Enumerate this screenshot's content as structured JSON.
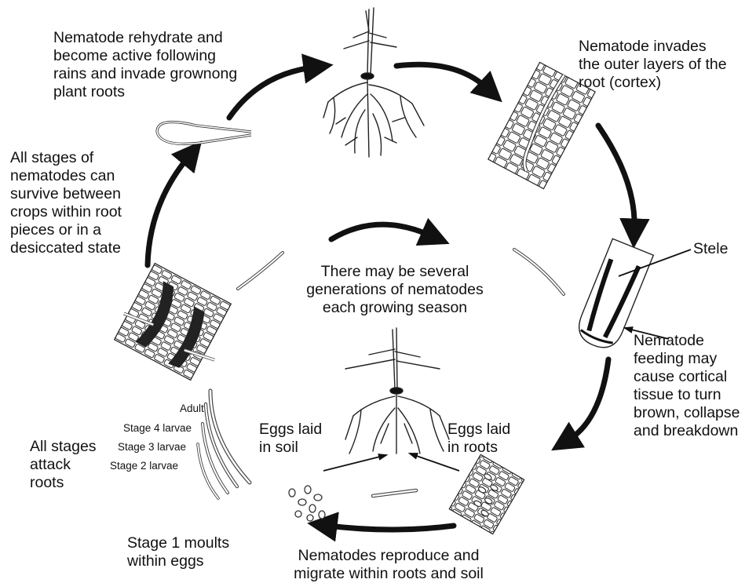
{
  "labels": {
    "rehydrate": "Nematode rehydrate and\nbecome active following\nrains and invade grownong\nplant roots",
    "invades": "Nematode invades\nthe outer layers of the\nroot (cortex)",
    "survive": "All stages of\nnematodes can\nsurvive between\ncrops within root\npieces or in a\ndesiccated state",
    "generations": "There may be several\ngenerations of nematodes\neach growing season",
    "stele": "Stele",
    "feeding": "Nematode\nfeeding may\ncause cortical\ntissue to turn\nbrown, collapse\nand breakdown",
    "all_stages_attack": "All stages\nattack\nroots",
    "eggs_soil": "Eggs laid\nin soil",
    "eggs_roots": "Eggs laid\nin roots",
    "stage1": "Stage 1 moults\nwithin eggs",
    "reproduce": "Nematodes reproduce and\nmigrate within roots and soil"
  },
  "stages": {
    "adult": "Adult",
    "stage4": "Stage 4 larvae",
    "stage3": "Stage 3 larvae",
    "stage2": "Stage 2 larvae"
  }
}
